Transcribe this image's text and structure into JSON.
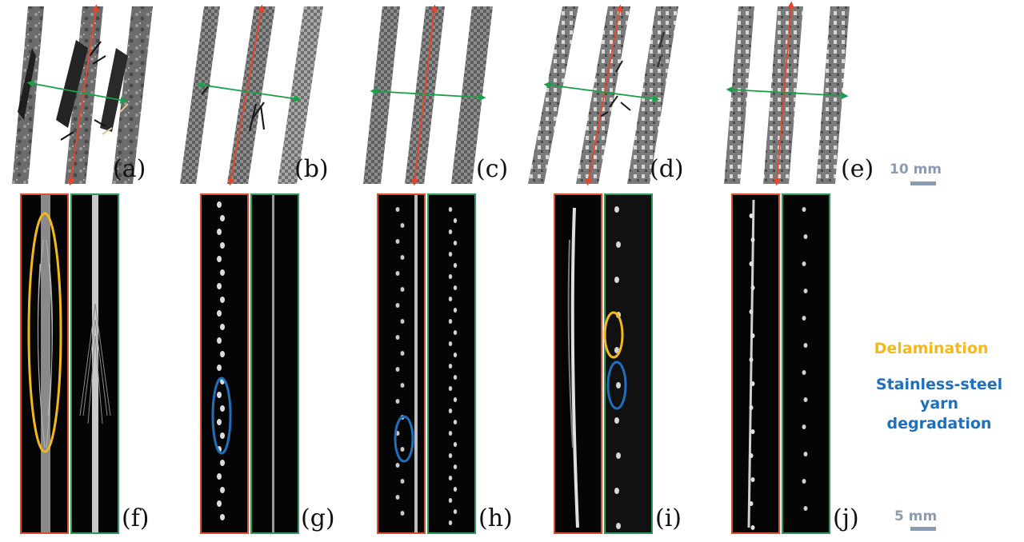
{
  "top_panels": [
    {
      "label": "(a)"
    },
    {
      "label": "(b)"
    },
    {
      "label": "(c)"
    },
    {
      "label": "(d)"
    },
    {
      "label": "(e)"
    }
  ],
  "bottom_panels": [
    {
      "label": "(f)",
      "annotation": "delamination"
    },
    {
      "label": "(g)",
      "annotation": "stainless-steel yarn degradation"
    },
    {
      "label": "(h)",
      "annotation": "stainless-steel yarn degradation"
    },
    {
      "label": "(i)",
      "annotation": "delamination and stainless-steel yarn degradation"
    },
    {
      "label": "(j)",
      "annotation": "none"
    }
  ],
  "scale_top": {
    "label": "10 mm"
  },
  "scale_bottom": {
    "label": "5 mm"
  },
  "legend": {
    "delamination": "Delamination",
    "yarn_line1": "Stainless-steel yarn",
    "yarn_line2": "degradation"
  },
  "colors": {
    "red_axis": "#e8452a",
    "green_axis": "#1aa04a",
    "red_frame": "#d8502e",
    "green_frame": "#2c9a5a",
    "delamination": "#f5b81a",
    "yarn_degradation": "#1f6fbf",
    "scale_bar": "#8a9bb4",
    "scale_text": "#8a9bb4"
  }
}
